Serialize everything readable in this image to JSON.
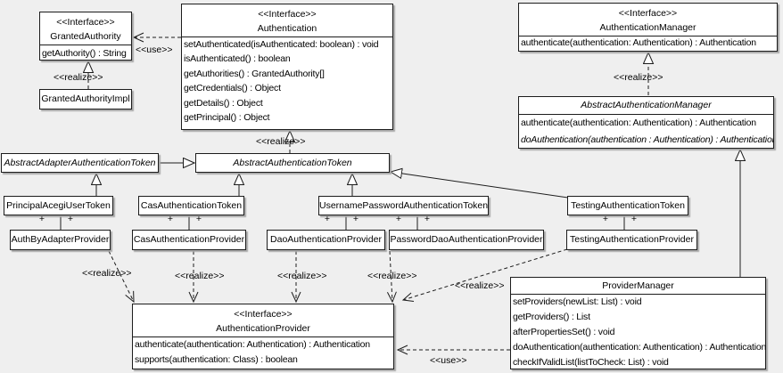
{
  "labels": {
    "use": "<<use>>",
    "realize": "<<realize>>",
    "plus": "+",
    "interface_stereotype": "<<Interface>>"
  },
  "classes": {
    "grantedAuthority": {
      "stereotype": "<<Interface>>",
      "name": "GrantedAuthority",
      "methods": [
        "getAuthority() : String"
      ]
    },
    "grantedAuthorityImpl": {
      "name": "GrantedAuthorityImpl"
    },
    "authentication": {
      "stereotype": "<<Interface>>",
      "name": "Authentication",
      "methods": [
        "setAuthenticated(isAuthenticated: boolean) : void",
        "isAuthenticated() : boolean",
        "getAuthorities() : GrantedAuthority[]",
        "getCredentials() : Object",
        "getDetails() : Object",
        "getPrincipal() : Object"
      ]
    },
    "authenticationManager": {
      "stereotype": "<<Interface>>",
      "name": "AuthenticationManager",
      "methods": [
        "authenticate(authentication: Authentication) : Authentication"
      ]
    },
    "abstractAuthenticationManager": {
      "name": "AbstractAuthenticationManager",
      "methods": [
        "authenticate(authentication: Authentication) : Authentication",
        "doAuthentication(authentication : Authentication) : Authentication"
      ]
    },
    "abstractAdapterAuthenticationToken": {
      "name": "AbstractAdapterAuthenticationToken"
    },
    "abstractAuthenticationToken": {
      "name": "AbstractAuthenticationToken"
    },
    "principalAcegiUserToken": {
      "name": "PrincipalAcegiUserToken"
    },
    "casAuthenticationToken": {
      "name": "CasAuthenticationToken"
    },
    "usernamePasswordAuthenticationToken": {
      "name": "UsernamePasswordAuthenticationToken"
    },
    "testingAuthenticationToken": {
      "name": "TestingAuthenticationToken"
    },
    "authByAdapterProvider": {
      "name": "AuthByAdapterProvider"
    },
    "casAuthenticationProvider": {
      "name": "CasAuthenticationProvider"
    },
    "daoAuthenticationProvider": {
      "name": "DaoAuthenticationProvider"
    },
    "passwordDaoAuthenticationProvider": {
      "name": "PasswordDaoAuthenticationProvider"
    },
    "testingAuthenticationProvider": {
      "name": "TestingAuthenticationProvider"
    },
    "authenticationProvider": {
      "stereotype": "<<Interface>>",
      "name": "AuthenticationProvider",
      "methods": [
        "authenticate(authentication: Authentication) : Authentication",
        "supports(authentication: Class) : boolean"
      ]
    },
    "providerManager": {
      "name": "ProviderManager",
      "methods": [
        "setProviders(newList: List) : void",
        "getProviders() : List",
        "afterPropertiesSet() : void",
        "doAuthentication(authentication: Authentication) : Authentication",
        "checkIfValidList(listToCheck: List) : void"
      ]
    }
  }
}
